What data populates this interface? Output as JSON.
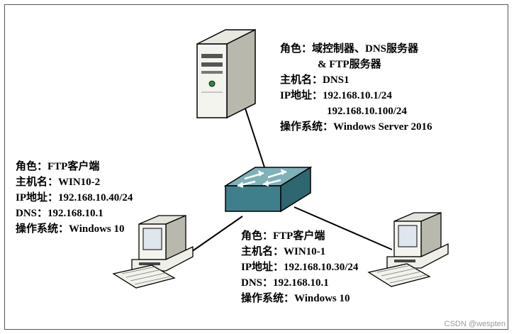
{
  "server": {
    "role_line1": "角色：域控制器、DNS服务器",
    "role_line2": "& FTP服务器",
    "hostname": "主机名：DNS1",
    "ip1": "IP地址：192.168.10.1/24",
    "ip2": "192.168.10.100/24",
    "os": "操作系统：Windows Server 2016"
  },
  "client_left": {
    "role": "角色：FTP客户端",
    "hostname": "主机名：WIN10-2",
    "ip": "IP地址：192.168.10.40/24",
    "dns": "DNS：192.168.10.1",
    "os": "操作系统：Windows 10"
  },
  "client_right": {
    "role": "角色：FTP客户端",
    "hostname": "主机名：WIN10-1",
    "ip": "IP地址：192.168.10.30/24",
    "dns": "DNS：192.168.10.1",
    "os": "操作系统：Windows 10"
  },
  "watermark": "CSDN @wespten",
  "colors": {
    "switch_top": "#7fb1b9",
    "switch_front": "#3f7f8c",
    "device_body": "#f0f0f0",
    "outline": "#000000"
  }
}
